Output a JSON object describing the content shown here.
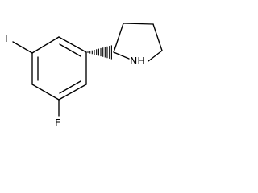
{
  "molecule": {
    "atoms": {
      "iodine": "I",
      "fluorine": "F",
      "nitrogen_h": "NH"
    }
  }
}
